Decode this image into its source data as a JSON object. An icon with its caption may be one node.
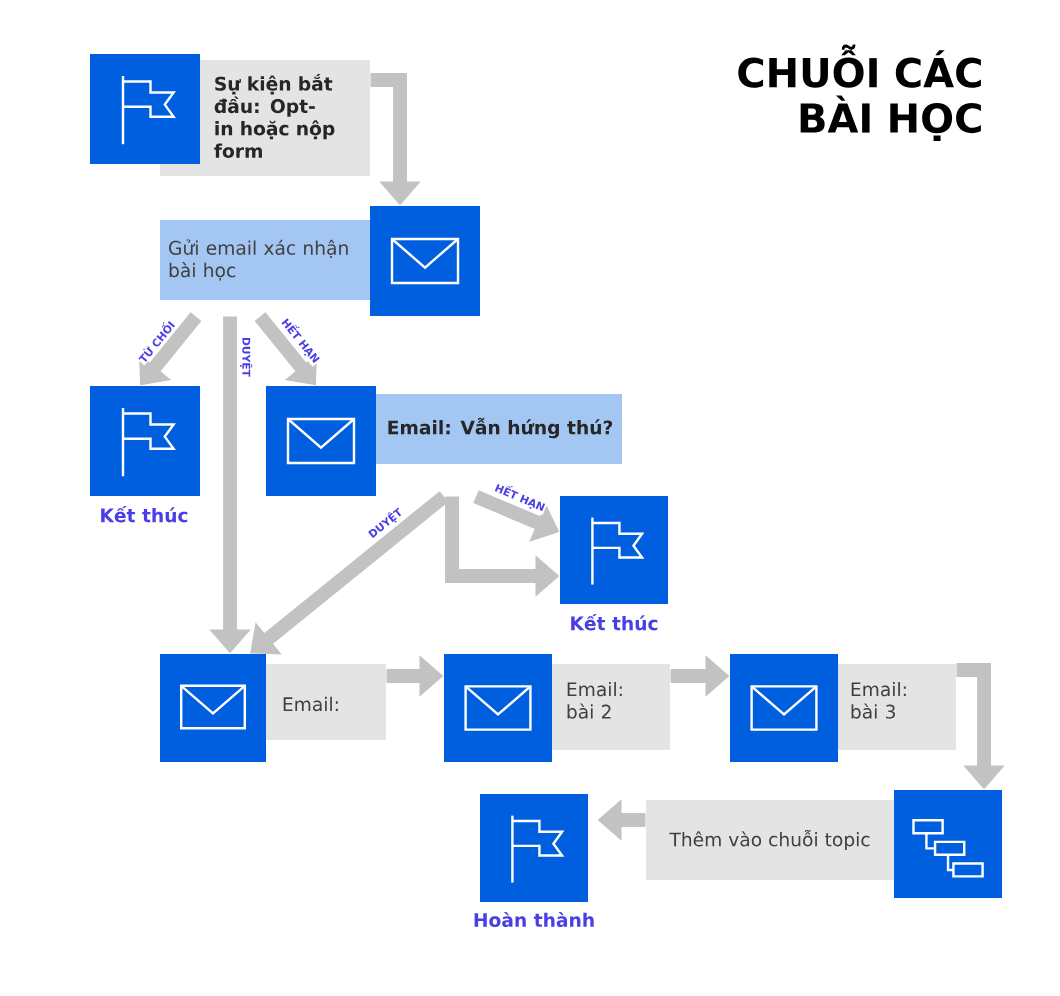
{
  "diagram": {
    "title": "CHUỖI CÁC BÀI HỌC",
    "nodes": [
      {
        "text": [
          "Sự kiện bắt đầu: Opt-in hoặc nộp form"
        ]
      },
      {
        "text": [
          "Gửi email xác nhận bài học"
        ]
      },
      {
        "text": [
          "Kết thúc"
        ]
      },
      {
        "text": [
          "Email: Vẫn hứng thú?"
        ]
      },
      {
        "text": [
          "Kết thúc"
        ]
      },
      {
        "text": [
          "Email:"
        ]
      },
      {
        "text": [
          "Email: bài 2"
        ]
      },
      {
        "text": [
          "Email: bài 3"
        ]
      },
      {
        "text": [
          "Thêm vào chuỗi topic"
        ]
      },
      {
        "text": [
          "Hoàn thành"
        ]
      }
    ],
    "edges": [
      {
        "from": 0,
        "to": 1,
        "arrow": "to"
      },
      {
        "from": 1,
        "to": 2,
        "arrow": "to",
        "label": "TỪ CHỐI"
      },
      {
        "from": 1,
        "to": 5,
        "arrow": "to",
        "label": "DUYỆT"
      },
      {
        "from": 1,
        "to": 3,
        "arrow": "to",
        "label": "HẾT HẠN"
      },
      {
        "from": 3,
        "to": 5,
        "arrow": "to",
        "label": "DUYỆT"
      },
      {
        "from": 3,
        "to": 4,
        "arrow": "to",
        "label": "HẾT HẠN"
      },
      {
        "from": 3,
        "to": 4,
        "arrow": "to"
      },
      {
        "from": 5,
        "to": 6,
        "arrow": "to"
      },
      {
        "from": 6,
        "to": 7,
        "arrow": "to"
      },
      {
        "from": 7,
        "to": 8,
        "arrow": "to"
      },
      {
        "from": 8,
        "to": 9,
        "arrow": "to"
      }
    ]
  }
}
